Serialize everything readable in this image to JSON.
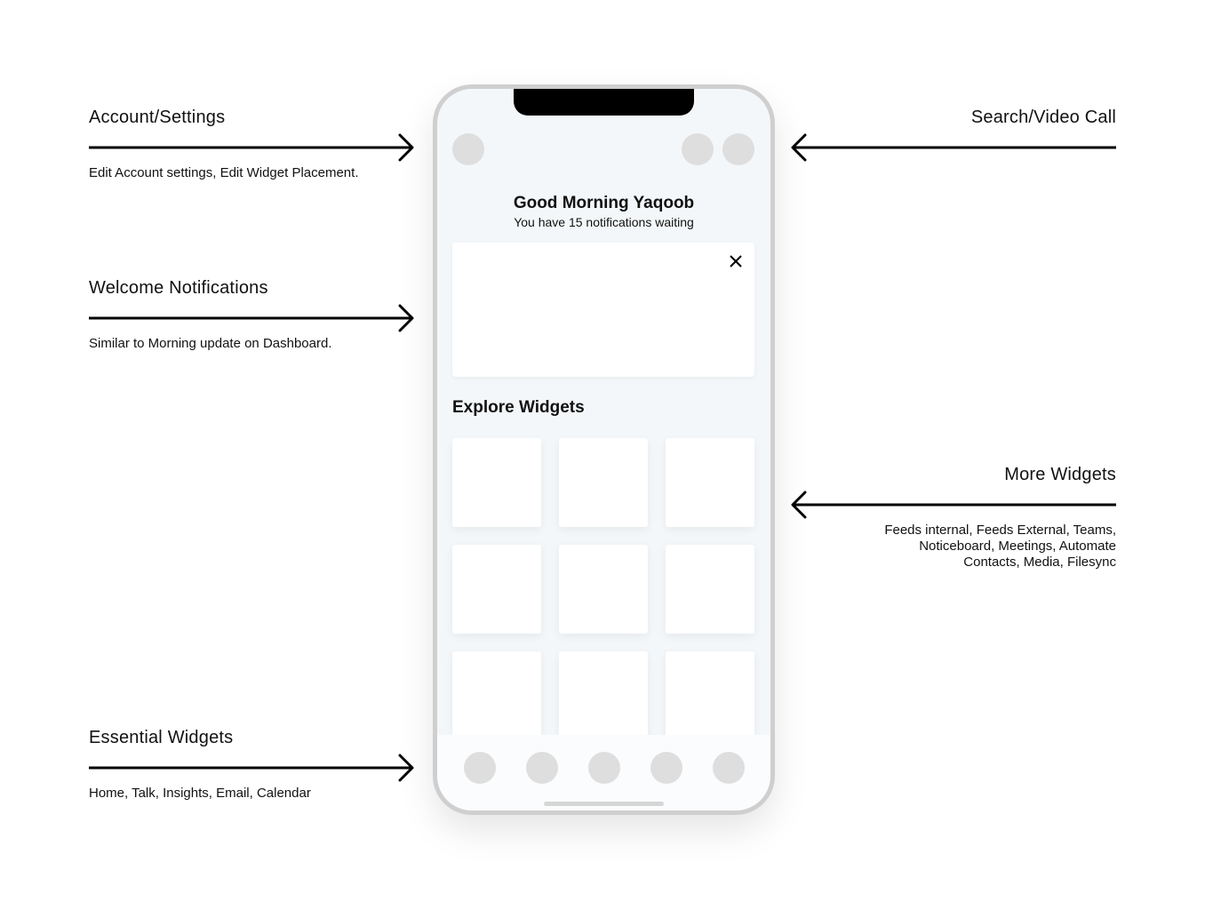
{
  "annotations": {
    "account": {
      "title": "Account/Settings",
      "desc": "Edit Account settings, Edit Widget Placement."
    },
    "welcome": {
      "title": "Welcome Notifications",
      "desc": "Similar to Morning update on Dashboard."
    },
    "essential": {
      "title": "Essential Widgets",
      "desc": "Home, Talk, Insights, Email, Calendar"
    },
    "search": {
      "title": "Search/Video Call"
    },
    "more": {
      "title": "More Widgets",
      "desc_lines": [
        "Feeds internal, Feeds External, Teams,",
        "Noticeboard, Meetings, Automate",
        "Contacts, Media, Filesync"
      ]
    }
  },
  "phone": {
    "greeting": "Good Morning Yaqoob",
    "notifications_text": "You have 15 notifications waiting",
    "explore_title": "Explore Widgets",
    "top_left_icon": "account-avatar",
    "top_right_icons": [
      "search",
      "video-call"
    ],
    "tab_icons": [
      "home",
      "talk",
      "insights",
      "email",
      "calendar"
    ]
  },
  "colors": {
    "placeholder_circle": "#dedede",
    "phone_bg": "#f4f7f9",
    "phone_frame": "#cfcfcf",
    "notch": "#000000",
    "card": "#ffffff"
  }
}
